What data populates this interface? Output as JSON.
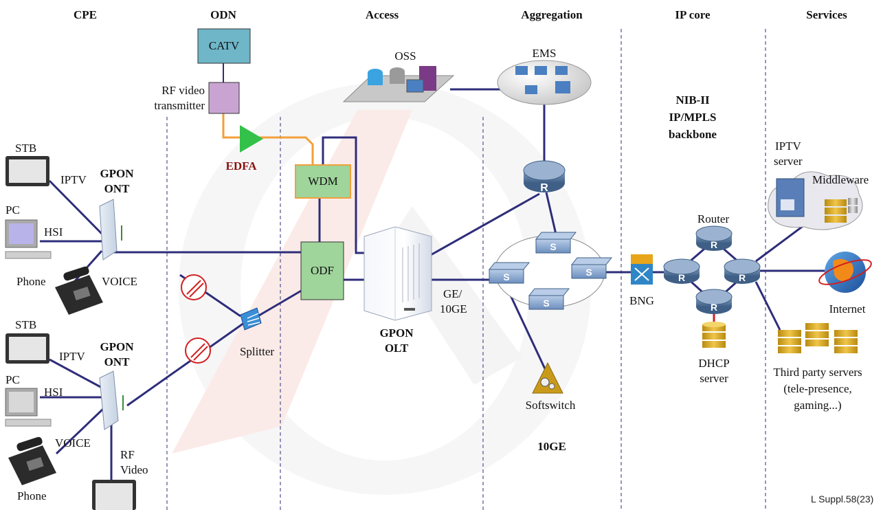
{
  "columns": [
    "CPE",
    "ODN",
    "Access",
    "Aggregation",
    "IP core",
    "Services"
  ],
  "figure_id": "L Suppl.58(23)",
  "colors": {
    "link": "#2e2d7a",
    "rf_link": "#f2a03a",
    "catv_box": "#6fb6c8",
    "rf_tx_box": "#c9a4d2",
    "wdm_box": "#9fd49b",
    "odf_box": "#9fd49b",
    "edfa": "#33c14a",
    "edfa_label": "#8a1010",
    "dhcp_link": "#d21f1f"
  },
  "odn": {
    "catv": "CATV",
    "rf_tx_line1": "RF video",
    "rf_tx_line2": "transmitter",
    "edfa": "EDFA",
    "wdm": "WDM",
    "odf": "ODF",
    "splitter": "Splitter"
  },
  "cpe": {
    "top": {
      "stb": "STB",
      "iptv": "IPTV",
      "pc": "PC",
      "hsi": "HSI",
      "phone": "Phone",
      "voice": "VOICE",
      "ont_line1": "GPON",
      "ont_line2": "ONT"
    },
    "bottom": {
      "stb": "STB",
      "iptv": "IPTV",
      "pc": "PC",
      "hsi": "HSI",
      "phone": "Phone",
      "voice": "VOICE",
      "ont_line1": "GPON",
      "ont_line2": "ONT",
      "rf_line1": "RF",
      "rf_line2": "Video"
    }
  },
  "access": {
    "oss": "OSS",
    "olt_line1": "GPON",
    "olt_line2": "OLT",
    "ge_line1": "GE/",
    "ge_line2": "10GE"
  },
  "aggregation": {
    "ems": "EMS",
    "softswitch": "Softswitch",
    "tenge": "10GE",
    "router_letter": "R",
    "switch_letter": "S"
  },
  "ipcore": {
    "backbone_line1": "NIB-II",
    "backbone_line2": "IP/MPLS",
    "backbone_line3": "backbone",
    "bng": "BNG",
    "router": "Router",
    "dhcp_line1": "DHCP",
    "dhcp_line2": "server",
    "router_letter": "R"
  },
  "services": {
    "iptv_line1": "IPTV",
    "iptv_line2": "server",
    "middleware": "Middleware",
    "internet": "Internet",
    "third_line1": "Third party servers",
    "third_line2": "(tele-presence,",
    "third_line3": "gaming...)"
  }
}
